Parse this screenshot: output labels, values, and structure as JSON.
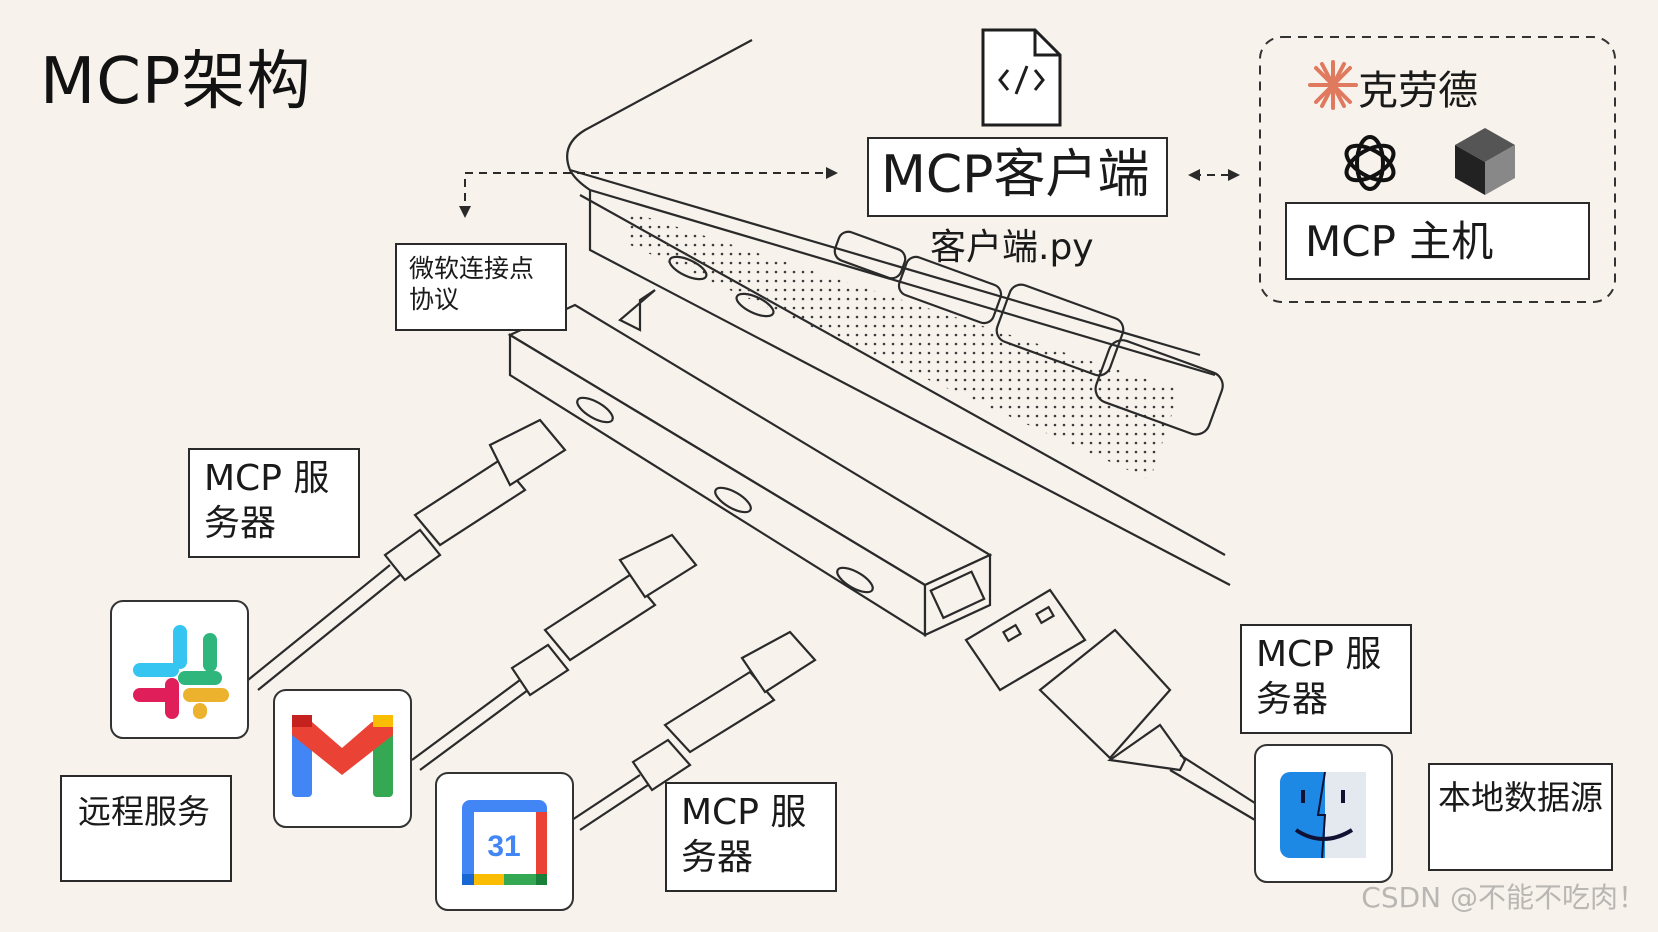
{
  "title": "MCP架构",
  "client": {
    "label": "MCP客户端",
    "file": "客户端.py"
  },
  "host": {
    "brand": "克劳德",
    "label": "MCP 主机"
  },
  "protocol": {
    "label": "微软连接点协议"
  },
  "servers": [
    {
      "label": "MCP 服务器"
    },
    {
      "label": "MCP 服务器"
    },
    {
      "label": "MCP 服务器"
    }
  ],
  "remote": {
    "label": "远程服务"
  },
  "local": {
    "label": "本地数据源"
  },
  "calendar_day": "31",
  "watermark": "CSDN @不能不吃肉！",
  "colors": {
    "background": "#f7f2ec",
    "claude_orange": "#e07a5f",
    "gmail_red": "#ea4335",
    "gmail_blue": "#4285f4",
    "gmail_green": "#34a853",
    "gmail_yellow": "#fbbc04",
    "finder_blue": "#1e88e5"
  },
  "icons": [
    "code-file-icon",
    "claude-star-icon",
    "openai-logo-icon",
    "cube-logo-icon",
    "slack-icon",
    "gmail-icon",
    "google-calendar-icon",
    "finder-icon"
  ]
}
